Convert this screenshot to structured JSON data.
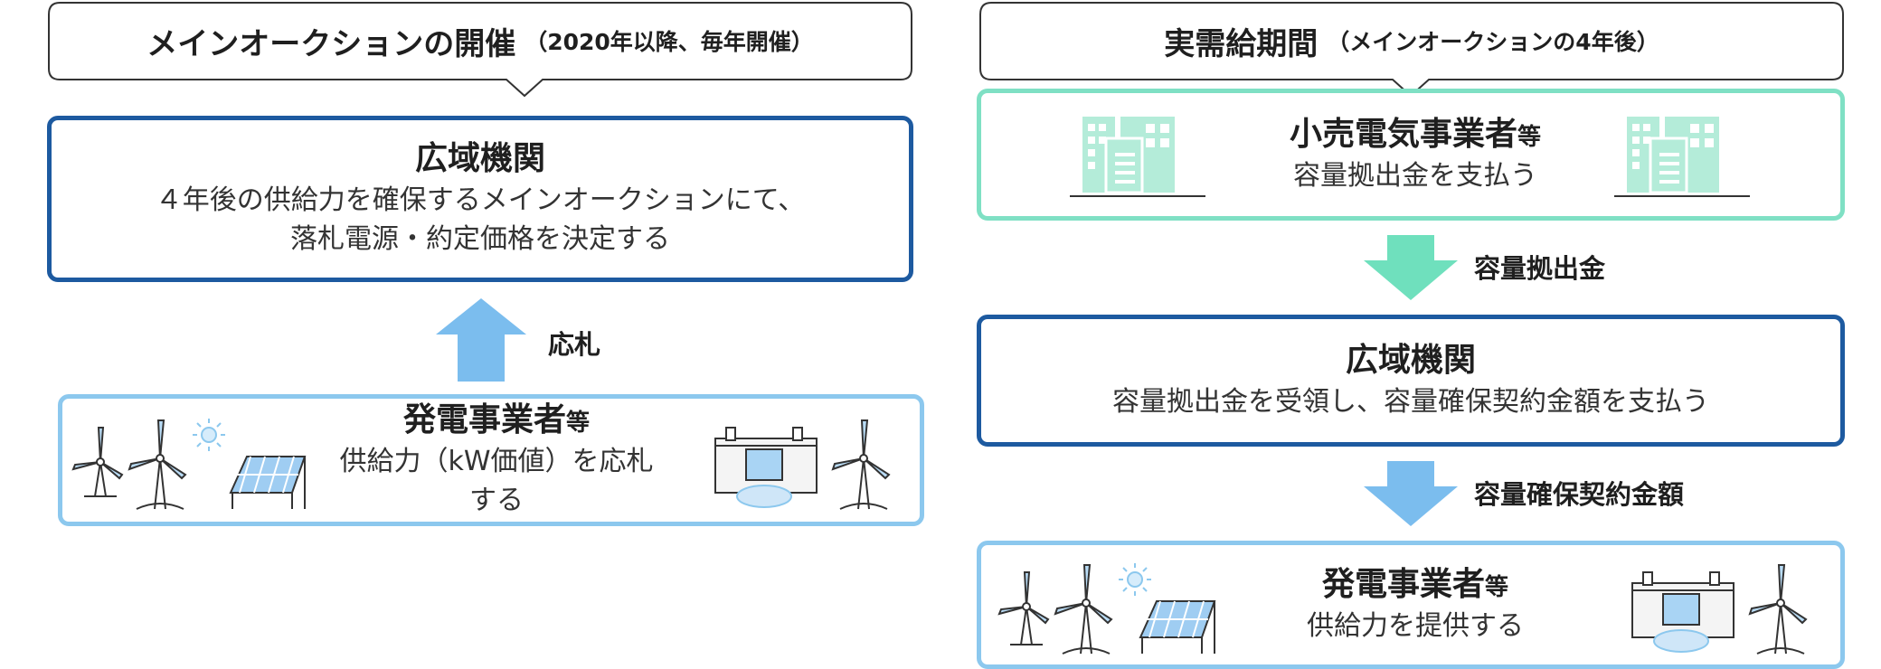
{
  "left": {
    "header": {
      "main": "メインオークションの開催",
      "sub": "（2020年以降、毎年開催）"
    },
    "occto": {
      "title": "広域機関",
      "desc_line1": "４年後の供給力を確保するメインオークションにて、",
      "desc_line2": "落札電源・約定価格を決定する"
    },
    "arrow_label": "応札",
    "generators": {
      "title": "発電事業者",
      "title_suffix": "等",
      "desc": "供給力（kW価値）を応札する"
    }
  },
  "right": {
    "header": {
      "main": "実需給期間",
      "sub": "（メインオークションの4年後）"
    },
    "retailers": {
      "title": "小売電気事業者",
      "title_suffix": "等",
      "desc": "容量拠出金を支払う"
    },
    "arrow1_label": "容量拠出金",
    "occto": {
      "title": "広域機関",
      "desc": "容量拠出金を受領し、容量確保契約金額を支払う"
    },
    "arrow2_label": "容量確保契約金額",
    "generators": {
      "title": "発電事業者",
      "title_suffix": "等",
      "desc": "供給力を提供する"
    }
  },
  "colors": {
    "navy": "#1d5aa0",
    "light_blue": "#8cc8ee",
    "teal": "#7fe0c4",
    "arrow_blue": "#7bbdee",
    "arrow_teal": "#6fe0bd",
    "building": "#b4ecd9"
  },
  "icons": [
    "wind-turbine-icon",
    "sun-icon",
    "solar-panel-icon",
    "hydro-dam-icon",
    "building-icon"
  ]
}
